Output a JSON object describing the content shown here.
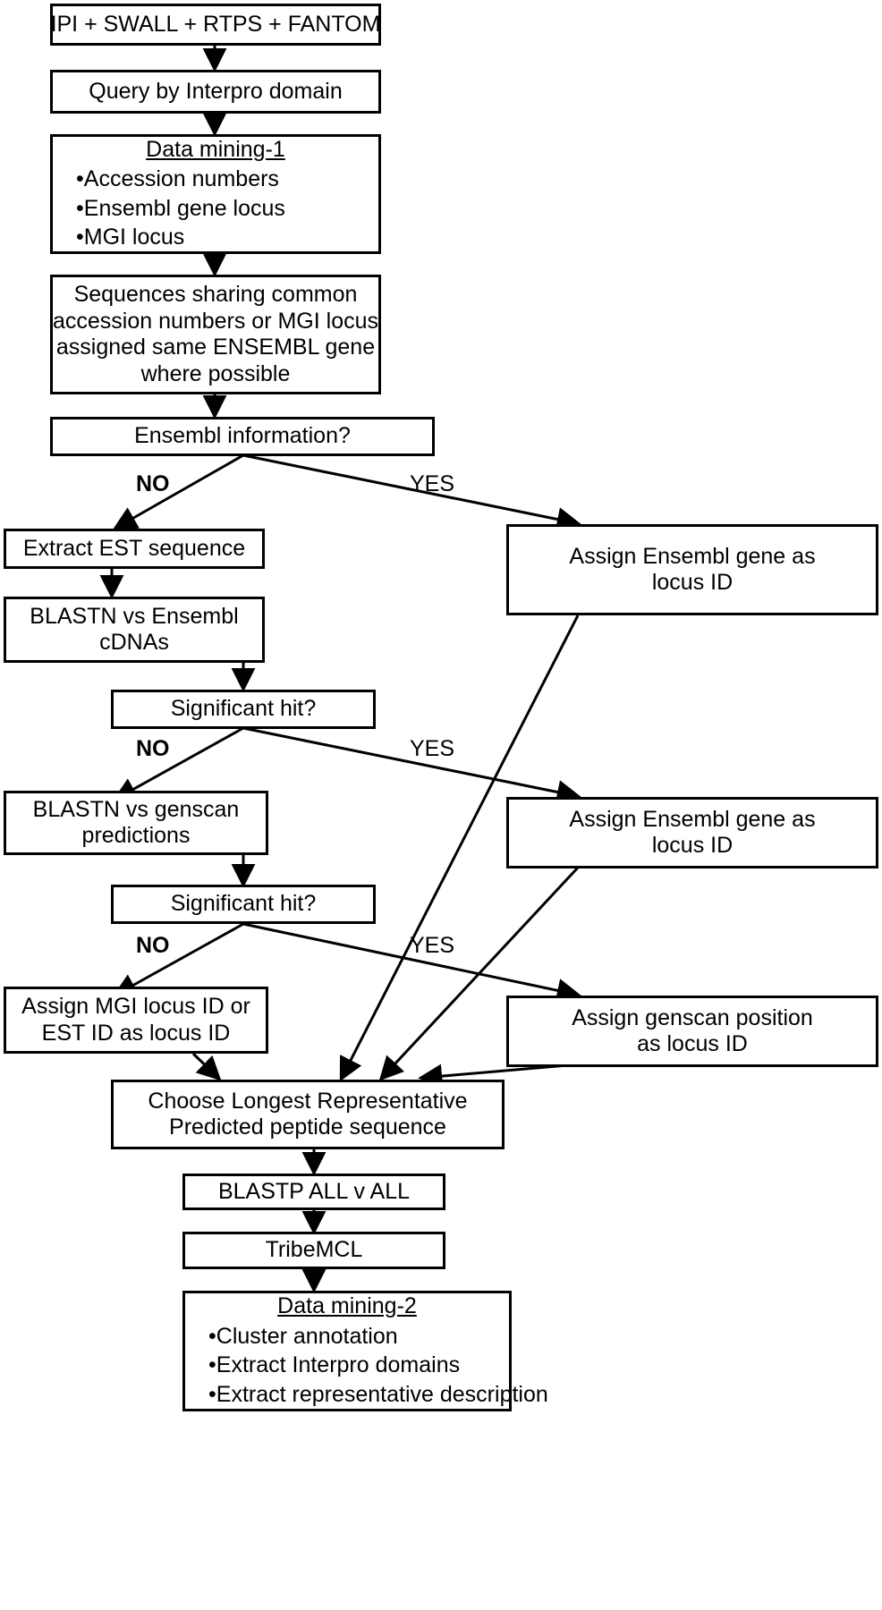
{
  "diagram": {
    "type": "flowchart",
    "title": "Gene/protein clustering pipeline flowchart",
    "background_color": "#ffffff",
    "stroke_color": "#000000"
  },
  "nodes": {
    "sources": {
      "line1": "IPI + SWALL + RTPS + FANTOM"
    },
    "query": {
      "line1": "Query by Interpro domain"
    },
    "data_mining_1": {
      "title": "Data mining-1",
      "bullets": [
        "Accession numbers",
        "Ensembl gene locus",
        "MGI locus"
      ]
    },
    "sequences": {
      "line1": "Sequences sharing common",
      "line2": "accession numbers or MGI locus",
      "line3": "assigned same ENSEMBL gene",
      "line4": "where possible"
    },
    "ensembl_info": {
      "line1": "Ensembl information?"
    },
    "extract_est": {
      "line1": "Extract EST sequence"
    },
    "assign_ensembl_1": {
      "line1": "Assign Ensembl gene as",
      "line2": "locus ID"
    },
    "blastn_cdnas": {
      "line1": "BLASTN vs Ensembl",
      "line2": "cDNAs"
    },
    "sig_hit_1": {
      "line1": "Significant hit?"
    },
    "assign_ensembl_2": {
      "line1": "Assign Ensembl gene as",
      "line2": "locus ID"
    },
    "blastn_genscan": {
      "line1": "BLASTN vs genscan",
      "line2": "predictions"
    },
    "sig_hit_2": {
      "line1": "Significant hit?"
    },
    "assign_mgi": {
      "line1": "Assign MGI locus ID or",
      "line2": "EST ID as locus ID"
    },
    "assign_genscan": {
      "line1": "Assign genscan position",
      "line2": "as locus ID"
    },
    "choose_longest": {
      "line1": "Choose Longest Representative",
      "line2": "Predicted peptide sequence"
    },
    "blastp": {
      "line1": "BLASTP ALL v ALL"
    },
    "tribemcl": {
      "line1": "TribeMCL"
    },
    "data_mining_2": {
      "title": "Data mining-2",
      "bullets": [
        "Cluster annotation",
        "Extract Interpro domains",
        "Extract representative description"
      ]
    }
  },
  "edge_labels": {
    "no_1": "NO",
    "yes_1": "YES",
    "no_2": "NO",
    "yes_2": "YES",
    "no_3": "NO",
    "yes_3": "YES"
  }
}
